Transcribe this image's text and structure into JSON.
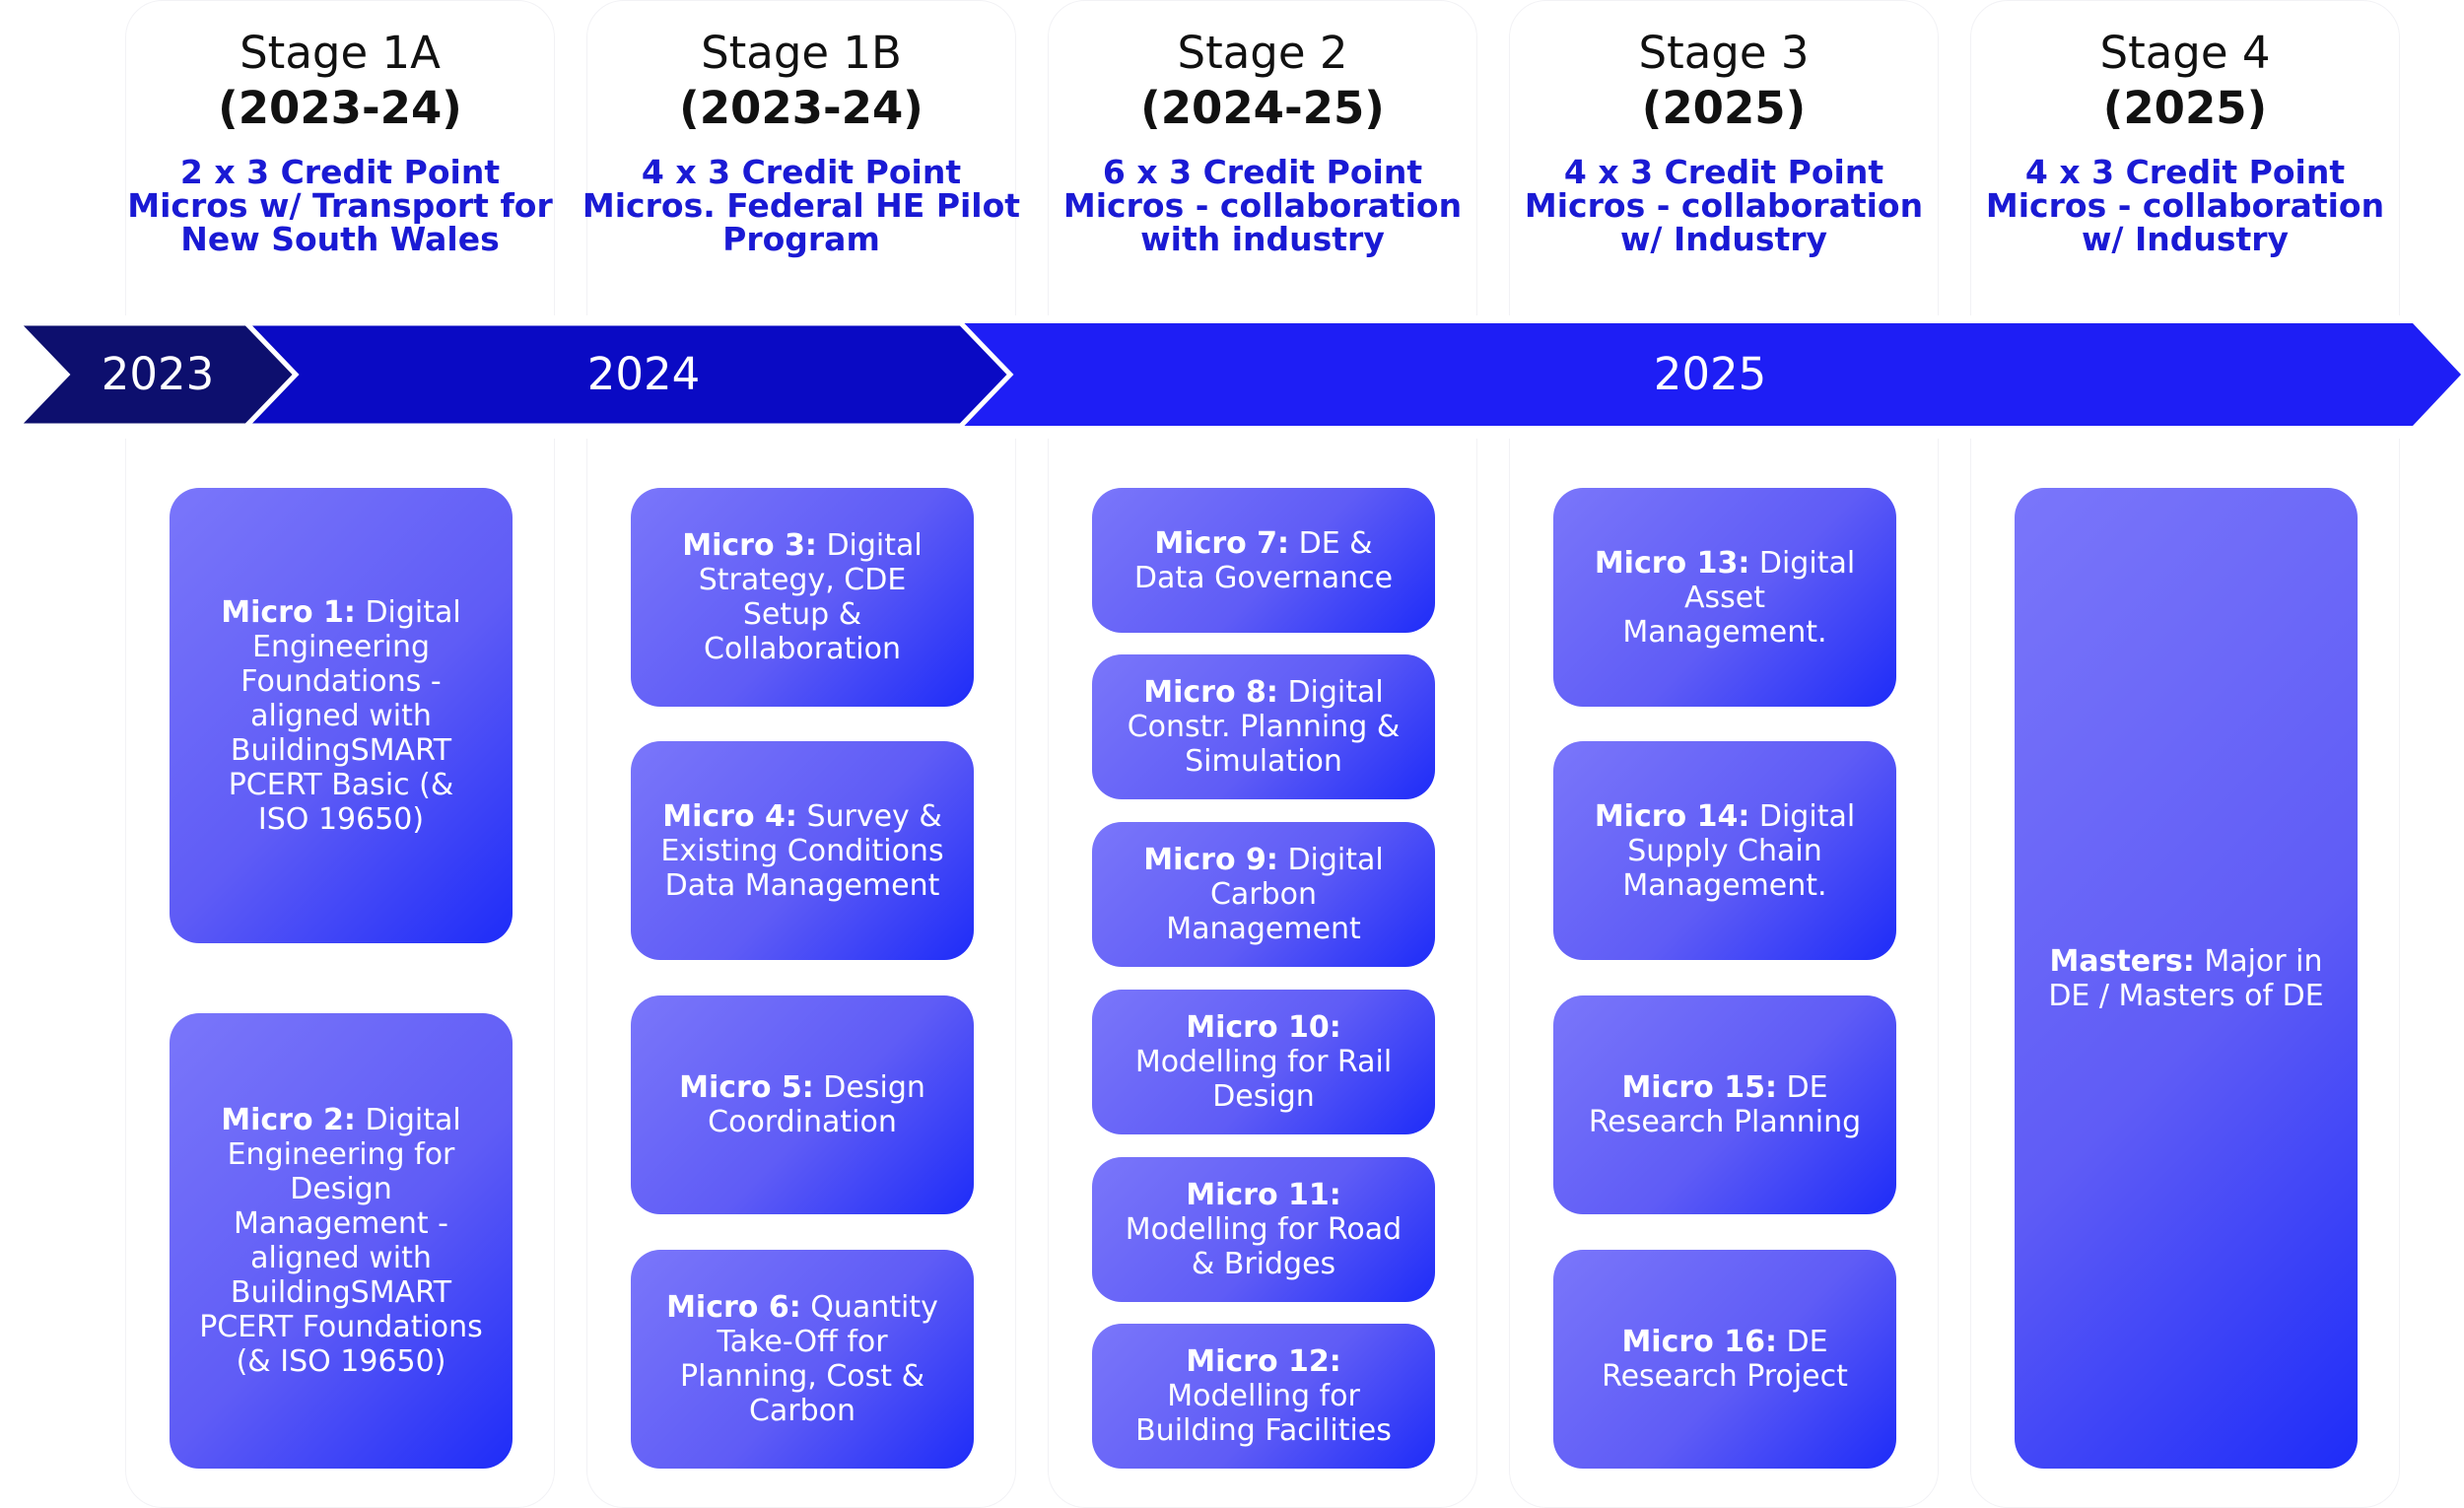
{
  "stages": [
    {
      "name": "Stage 1A",
      "years": "(2023-24)",
      "desc": "2 x 3 Credit Point\nMicros w/ Transport for\nNew South Wales"
    },
    {
      "name": "Stage 1B",
      "years": "(2023-24)",
      "desc": "4 x 3 Credit Point\nMicros. Federal HE Pilot\nProgram"
    },
    {
      "name": "Stage 2",
      "years": "(2024-25)",
      "desc": "6 x 3 Credit Point\nMicros - collaboration\nwith industry"
    },
    {
      "name": "Stage 3",
      "years": "(2025)",
      "desc": "4 x 3 Credit Point\nMicros - collaboration\nw/ Industry"
    },
    {
      "name": "Stage 4",
      "years": "(2025)",
      "desc": "4 x 3 Credit Point\nMicros - collaboration\nw/ Industry"
    }
  ],
  "timeline": {
    "years": [
      "2023",
      "2024",
      "2025"
    ],
    "colors": [
      "#0d0f6e",
      "#0a0ac4",
      "#1e1ef5"
    ]
  },
  "card_colors": [
    "#7a76fa",
    "#5f5cf6",
    "#1e2cf8"
  ],
  "cards": {
    "stage1a": [
      {
        "title": "Micro 1:",
        "text": "Digital Engineering Foundations - aligned with BuildingSMART PCERT Basic (& ISO 19650)"
      },
      {
        "title": "Micro 2:",
        "text": "Digital Engineering for Design Management - aligned with BuildingSMART PCERT Foundations (& ISO 19650)"
      }
    ],
    "stage1b": [
      {
        "title": "Micro 3:",
        "text": "Digital Strategy, CDE Setup & Collaboration"
      },
      {
        "title": "Micro 4:",
        "text": "Survey & Existing Conditions Data Management"
      },
      {
        "title": "Micro 5:",
        "text": "Design Coordination"
      },
      {
        "title": "Micro 6:",
        "text": "Quantity Take-Off for Planning, Cost & Carbon"
      }
    ],
    "stage2": [
      {
        "title": "Micro 7:",
        "text": "DE & Data Governance"
      },
      {
        "title": "Micro 8:",
        "text": "Digital Constr. Planning & Simulation"
      },
      {
        "title": "Micro 9:",
        "text": "Digital Carbon Management"
      },
      {
        "title": "Micro 10:",
        "text": "Modelling for Rail Design"
      },
      {
        "title": "Micro 11:",
        "text": "Modelling for Road & Bridges"
      },
      {
        "title": "Micro 12:",
        "text": "Modelling for Building Facilities"
      }
    ],
    "stage3": [
      {
        "title": "Micro 13:",
        "text": "Digital Asset Management."
      },
      {
        "title": "Micro 14:",
        "text": "Digital Supply Chain Management."
      },
      {
        "title": "Micro 15:",
        "text": "DE Research Planning"
      },
      {
        "title": "Micro 16:",
        "text": "DE Research Project"
      }
    ],
    "stage4": [
      {
        "title": "Masters:",
        "text": "Major in DE / Masters of DE"
      }
    ]
  }
}
